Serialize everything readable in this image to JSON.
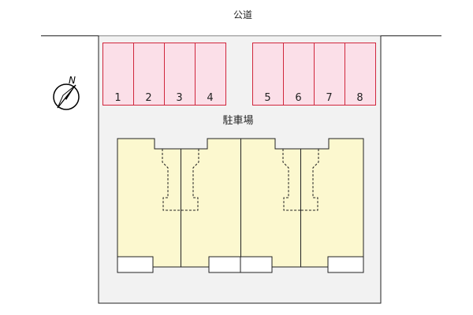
{
  "road_label": "公道",
  "parking_label": "駐車場",
  "compass_label": "N",
  "parking_spaces": [
    "1",
    "2",
    "3",
    "4",
    "5",
    "6",
    "7",
    "8"
  ],
  "colors": {
    "site_fill": "#f2f2f2",
    "space_fill": "#fbdfe8",
    "space_stroke": "#d0263c",
    "building_fill": "#fcf8cf",
    "outline": "#222222"
  }
}
